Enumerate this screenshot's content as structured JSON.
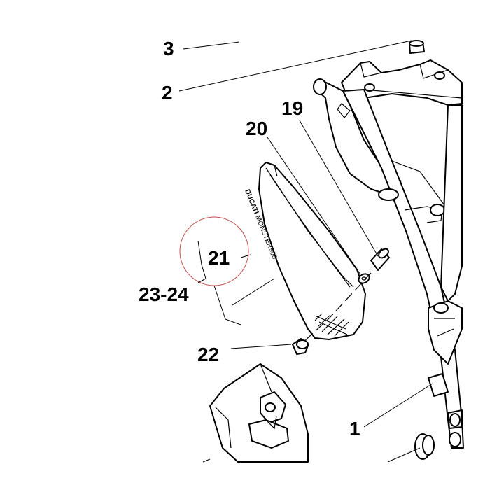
{
  "callouts": {
    "c3": "3",
    "c2": "2",
    "c19": "19",
    "c20": "20",
    "c21": "21",
    "c23_24": "23-24",
    "c22": "22",
    "c1": "1"
  },
  "decal": {
    "brand": "DUCATI",
    "model": "MONSTER900"
  },
  "colors": {
    "line": "#000000",
    "highlight_circle": "#c0504d",
    "background": "#ffffff"
  }
}
